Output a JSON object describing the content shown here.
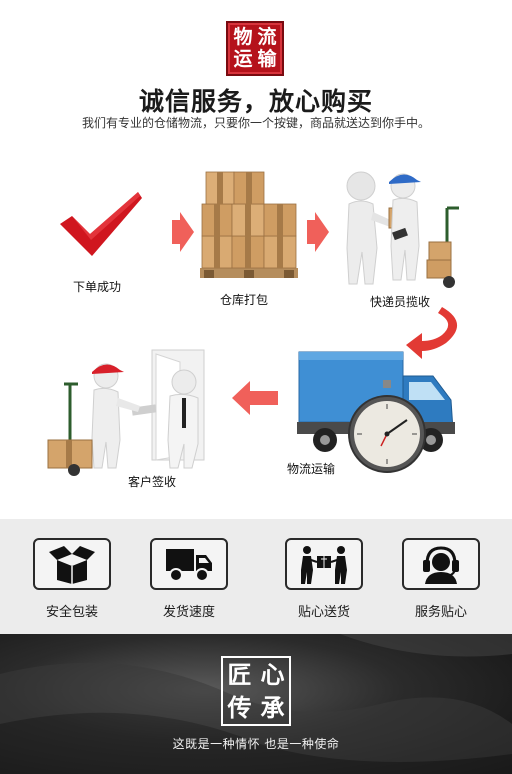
{
  "header": {
    "logo_chars": [
      "物",
      "流",
      "运",
      "输"
    ],
    "headline": "诚信服务，放心购买",
    "subline": "我们有专业的仓储物流，只要你一个按键，商品就送达到你手中。"
  },
  "flow": {
    "steps": [
      {
        "label": "下单成功",
        "icon": "check-mark-icon"
      },
      {
        "label": "仓库打包",
        "icon": "stacked-boxes-icon"
      },
      {
        "label": "快递员揽收",
        "icon": "courier-handoff-icon"
      },
      {
        "label": "物流运输",
        "icon": "delivery-truck-icon"
      },
      {
        "label": "客户签收",
        "icon": "customer-signing-icon"
      }
    ],
    "arrow_color": "#f0605a",
    "check_color": "#d0161f"
  },
  "features": [
    {
      "label": "安全包装",
      "icon": "open-box-icon"
    },
    {
      "label": "发货速度",
      "icon": "truck-icon"
    },
    {
      "label": "贴心送货",
      "icon": "handover-package-icon"
    },
    {
      "label": "服务贴心",
      "icon": "headset-agent-icon"
    }
  ],
  "craft": {
    "chars": [
      "匠",
      "心",
      "传",
      "承"
    ],
    "motto": "这既是一种情怀  也是一种使命"
  },
  "colors": {
    "brand_red": "#b5121b",
    "feature_bg": "#ececec",
    "dark_bg": "#1c1c1c"
  }
}
